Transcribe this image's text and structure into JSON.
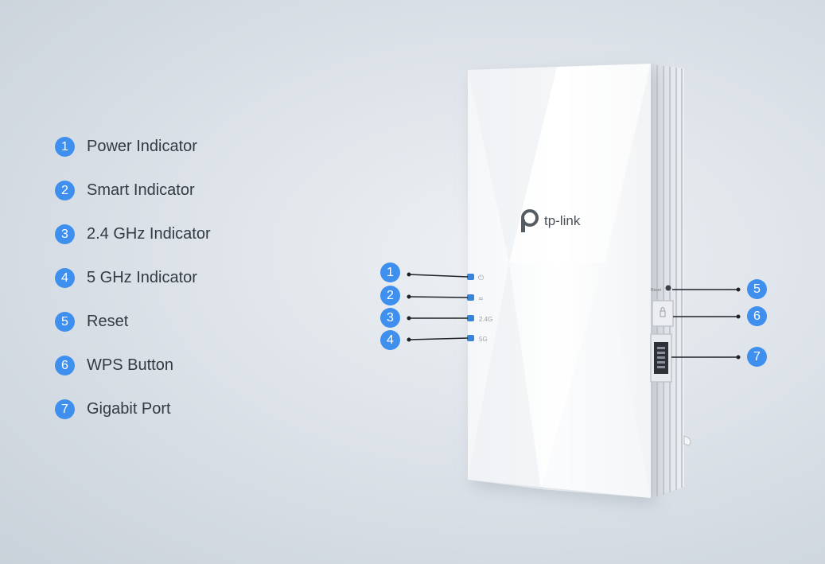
{
  "legend": [
    {
      "num": "1",
      "label": "Power Indicator"
    },
    {
      "num": "2",
      "label": "Smart Indicator"
    },
    {
      "num": "3",
      "label": "2.4 GHz Indicator"
    },
    {
      "num": "4",
      "label": "5 GHz Indicator"
    },
    {
      "num": "5",
      "label": "Reset"
    },
    {
      "num": "6",
      "label": "WPS Button"
    },
    {
      "num": "7",
      "label": "Gigabit Port"
    }
  ],
  "device": {
    "brand": "tp-link",
    "led_labels": {
      "band24": "2.4G",
      "band5": "5G"
    },
    "reset_label": "Reset"
  },
  "colors": {
    "badge": "#3f8fee",
    "led": "#3a84d8"
  }
}
